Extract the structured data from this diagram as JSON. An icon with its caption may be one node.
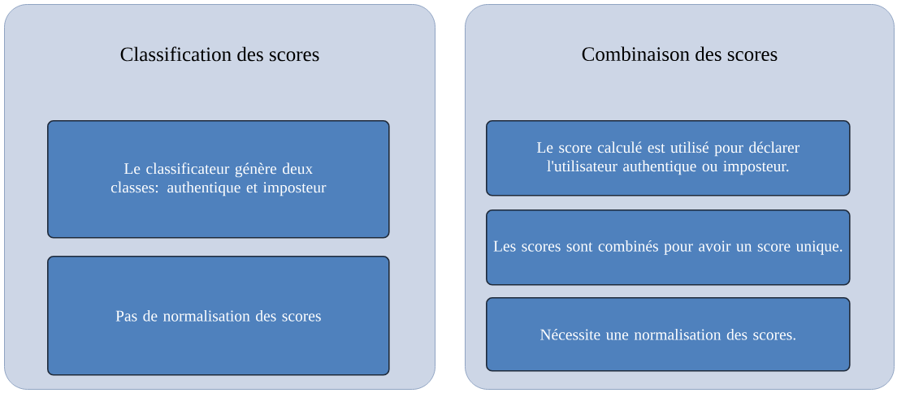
{
  "diagram": {
    "nodes": [
      {
        "text": [
          "Classification des scores"
        ]
      },
      {
        "text": [
          "Le classificateur génère deux classes: authentique et imposteur"
        ],
        "in": 0
      },
      {
        "text": [
          "Pas de normalisation des scores"
        ],
        "in": 0
      },
      {
        "text": [
          "Combinaison des scores"
        ]
      },
      {
        "text": [
          "Le score calculé est utilisé pour déclarer l'utilisateur authentique ou imposteur."
        ],
        "in": 3
      },
      {
        "text": [
          "Les scores sont combinés pour avoir un score unique."
        ],
        "in": 3
      },
      {
        "text": [
          "Nécessite une normalisation des scores."
        ],
        "in": 3
      }
    ]
  }
}
